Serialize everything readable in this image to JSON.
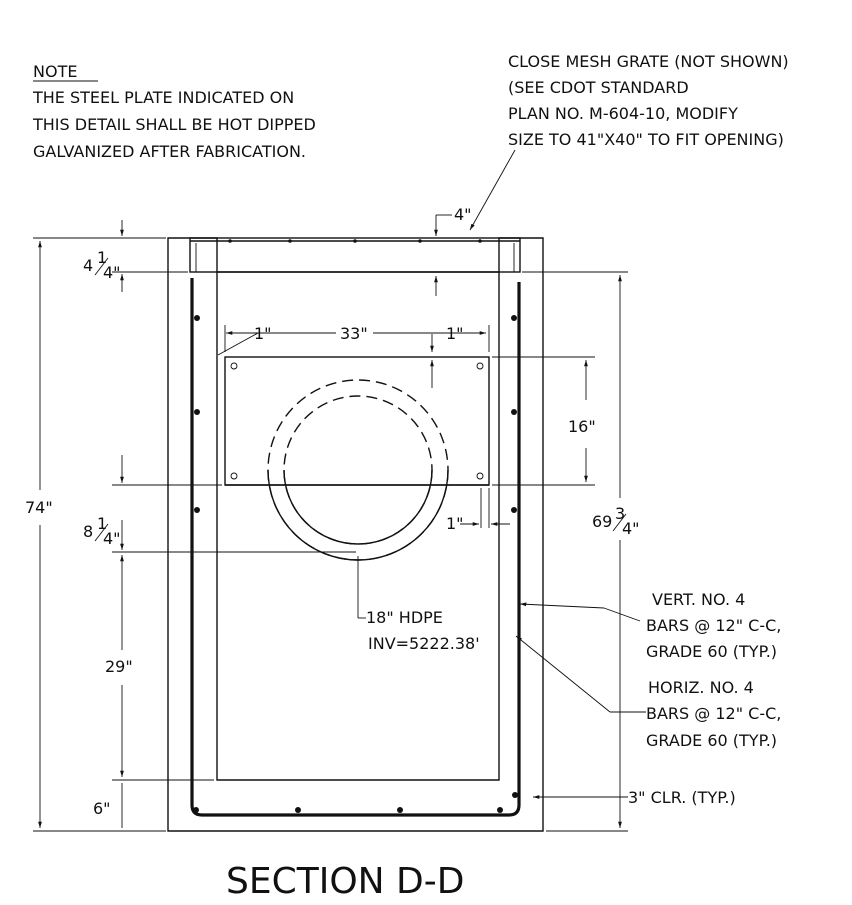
{
  "note": {
    "heading": "NOTE",
    "lines": [
      "THE STEEL PLATE INDICATED ON",
      "THIS DETAIL SHALL BE HOT DIPPED",
      "GALVANIZED AFTER FABRICATION."
    ]
  },
  "grate_callout": {
    "lines": [
      "CLOSE MESH GRATE (NOT SHOWN)",
      "(SEE CDOT STANDARD",
      "PLAN NO. M-604-10, MODIFY",
      "SIZE TO 41\"X40\" TO FIT OPENING)"
    ]
  },
  "dimensions": {
    "top_4": "4\"",
    "frame_4_1_4_whole": "4",
    "frame_4_1_4_frac_num": "1",
    "frame_4_1_4_frac_den": "4\"",
    "plate_left_1": "1\"",
    "plate_width_33": "33\"",
    "plate_right_1": "1\"",
    "plate_height_16": "16\"",
    "overall_74": "74\"",
    "pipe_8_1_4_whole": "8",
    "pipe_8_1_4_frac_num": "1",
    "pipe_8_1_4_frac_den": "4\"",
    "inside_69_3_4_whole": "69",
    "inside_69_3_4_frac_num": "3",
    "inside_69_3_4_frac_den": "4\"",
    "bottom_1": "1\"",
    "invert_29": "29\"",
    "base_6": "6\""
  },
  "pipe_callout": {
    "line1": "18\" HDPE",
    "line2": "INV=5222.38'"
  },
  "vert_bars": {
    "lines": [
      "VERT. NO. 4",
      "BARS @ 12\" C-C,",
      "GRADE 60 (TYP.)"
    ]
  },
  "horiz_bars": {
    "lines": [
      "HORIZ. NO. 4",
      "BARS @ 12\" C-C,",
      "GRADE 60 (TYP.)"
    ]
  },
  "clearance": "3\" CLR. (TYP.)",
  "title": "SECTION D-D"
}
